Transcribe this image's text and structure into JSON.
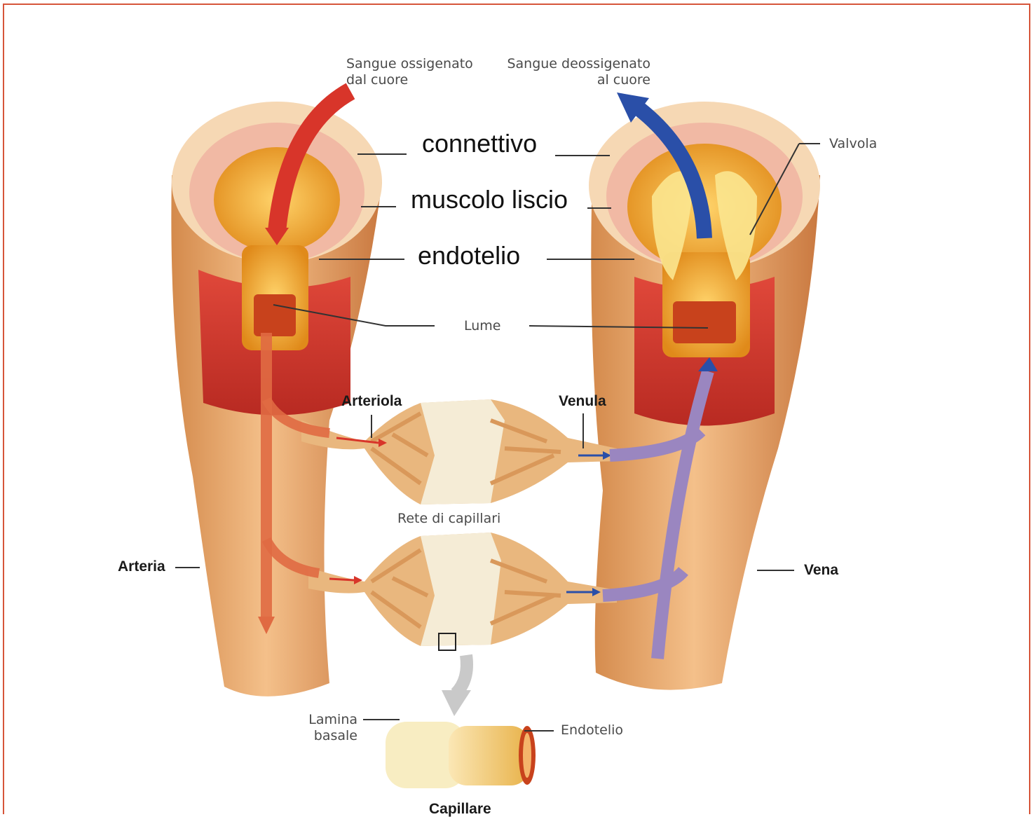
{
  "labels": {
    "top_left": "Sangue ossigenato\ndal cuore",
    "top_right": "Sangue deossigenato\nal cuore",
    "connettivo": "connettivo",
    "muscolo": "muscolo liscio",
    "endotelio": "endotelio",
    "valvola": "Valvola",
    "lume": "Lume",
    "arteriola": "Arteriola",
    "venula": "Venula",
    "rete": "Rete di capillari",
    "arteria": "Arteria",
    "vena": "Vena",
    "lamina": "Lamina\nbasale",
    "endotelio_cap": "Endotelio",
    "capillare": "Capillare"
  },
  "colors": {
    "frame": "#d6553a",
    "oxygenated": "#d8352a",
    "deoxygenated": "#2a4fa8",
    "vessel_wall": "#e8a86a",
    "capillary_net": "#f3e9cf"
  }
}
